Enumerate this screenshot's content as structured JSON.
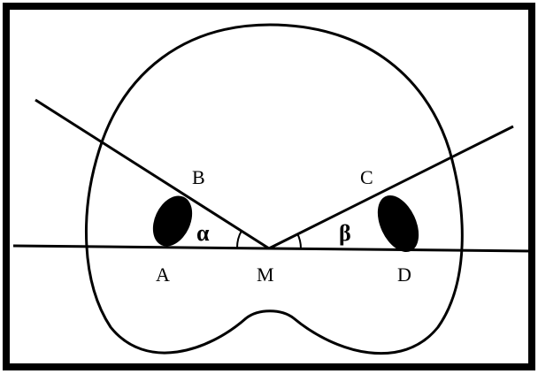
{
  "diagram": {
    "points": {
      "A": "A",
      "B": "B",
      "C": "C",
      "D": "D",
      "M": "M"
    },
    "angles": {
      "alpha": "α",
      "beta": "β"
    }
  },
  "colors": {
    "stroke": "#000000",
    "fill": "#000000",
    "background": "#ffffff"
  }
}
